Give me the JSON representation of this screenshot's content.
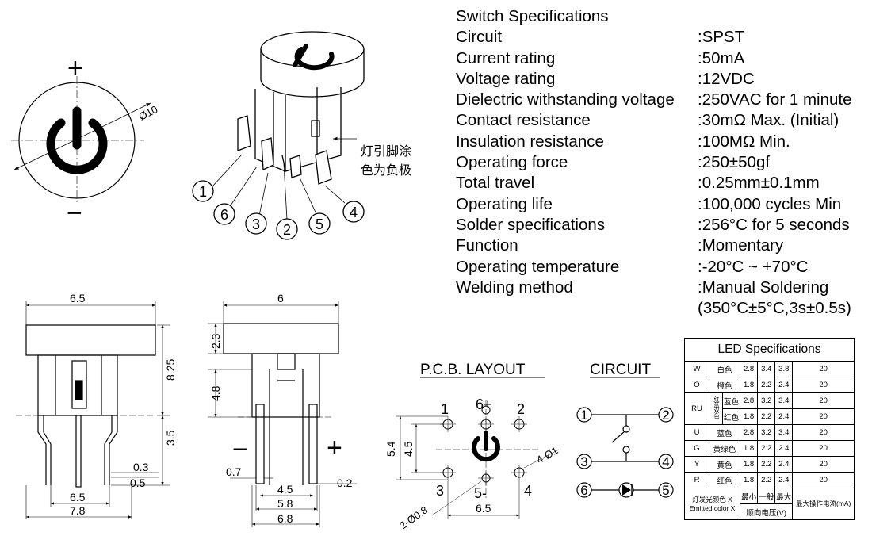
{
  "colors": {
    "ink": "#000000",
    "background": "#ffffff"
  },
  "icons": [
    "power-symbol-icon",
    "led-diode-icon",
    "switch-contact-icon"
  ],
  "spec": {
    "title": "Switch Specifications",
    "rows": [
      {
        "label": "Circuit",
        "value": ":SPST"
      },
      {
        "label": "Current rating",
        "value": ":50mA"
      },
      {
        "label": "Voltage rating",
        "value": ":12VDC"
      },
      {
        "label": "Dielectric withstanding voltage",
        "value": ":250VAC for 1 minute"
      },
      {
        "label": "Contact resistance",
        "value": ":30mΩ  Max. (Initial)"
      },
      {
        "label": "Insulation resistance",
        "value": ":100MΩ  Min."
      },
      {
        "label": "Operating force",
        "value": ":250±50gf"
      },
      {
        "label": "Total travel",
        "value": ":0.25mm±0.1mm"
      },
      {
        "label": "Operating life",
        "value": ":100,000 cycles Min"
      },
      {
        "label": "Solder specifications",
        "value": ":256°C for 5 seconds"
      },
      {
        "label": "Function",
        "value": ":Momentary"
      },
      {
        "label": "Operating temperature",
        "value": ":-20°C ~ +70°C"
      },
      {
        "label": "Welding method",
        "value": ":Manual Soldering"
      }
    ],
    "welding_extra": "(350°C±5°C,3s±0.5s)"
  },
  "top_view": {
    "plus": "+",
    "minus": "−",
    "diameter": "Ø10"
  },
  "iso_view": {
    "note_line1": "灯引脚涂",
    "note_line2": "色为负极",
    "pins": [
      "1",
      "6",
      "3",
      "2",
      "5",
      "4"
    ]
  },
  "front_view": {
    "dims": {
      "width_top": "6.5",
      "height_total": "8.25",
      "pin_len": "3.5",
      "pin_w": "0.3",
      "pin_t": "0.5",
      "base_w": "6.5",
      "overall_w": "7.8"
    }
  },
  "side_view": {
    "dims": {
      "width_top": "6",
      "cap_h": "2.3",
      "body_h": "4.8",
      "left_off": "0.7",
      "pin_sp": "4.5",
      "body_w": "5.8",
      "overall_w": "6.8",
      "pin_t": "0.2"
    },
    "minus": "−",
    "plus": "+"
  },
  "pcb": {
    "title": "P.C.B. LAYOUT",
    "pins": {
      "p1": "1",
      "p6": "6+",
      "p2": "2",
      "p3": "3",
      "p5": "5-",
      "p4": "4"
    },
    "dims": {
      "h_outer": "5.4",
      "h_inner": "4.5",
      "hole4": "4-Ø1",
      "hole2": "2-Ø0.8",
      "width": "6.5"
    }
  },
  "circuit": {
    "title": "CIRCUIT",
    "nodes": [
      "1",
      "2",
      "3",
      "4",
      "6",
      "5"
    ]
  },
  "led": {
    "title": "LED Specifications",
    "rows": [
      {
        "code": "W",
        "color": "白色",
        "min": "2.8",
        "typ": "3.4",
        "max": "3.8",
        "ma": "20"
      },
      {
        "code": "O",
        "color": "橙色",
        "min": "1.8",
        "typ": "2.2",
        "max": "2.4",
        "ma": "20"
      },
      {
        "code": "RU",
        "group": "红蓝双色",
        "color": "蓝色",
        "min": "2.8",
        "typ": "3.2",
        "max": "3.4",
        "ma": "20"
      },
      {
        "color": "红色",
        "min": "1.8",
        "typ": "2.2",
        "max": "2.4",
        "ma": "20"
      },
      {
        "code": "U",
        "color": "蓝色",
        "min": "2.8",
        "typ": "3.2",
        "max": "3.4",
        "ma": "20"
      },
      {
        "code": "G",
        "color": "黄绿色",
        "min": "1.8",
        "typ": "2.2",
        "max": "2.4",
        "ma": "20"
      },
      {
        "code": "Y",
        "color": "黄色",
        "min": "1.8",
        "typ": "2.2",
        "max": "2.4",
        "ma": "20"
      },
      {
        "code": "R",
        "color": "红色",
        "min": "1.8",
        "typ": "2.2",
        "max": "2.4",
        "ma": "20"
      }
    ],
    "footer": {
      "emit_cn": "灯发光颜色 X",
      "emit_en": "Emitted color X",
      "min": "最小",
      "typ": "一般",
      "max": "最大",
      "vf": "顺向电压(V)",
      "cur": "最大操作电流(mA)"
    }
  }
}
